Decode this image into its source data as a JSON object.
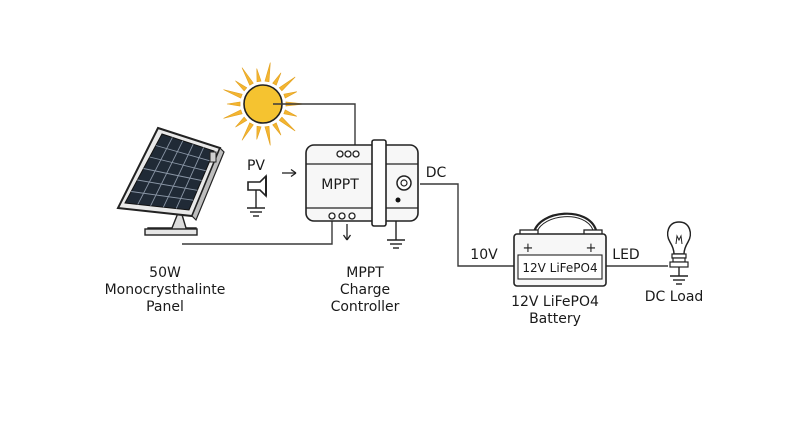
{
  "colors": {
    "sun_fill": "#f5c330",
    "sun_ray": "#f3b531",
    "panel_cell": "#202a36",
    "line": "#3a3a3a",
    "background": "#ffffff"
  },
  "labels": {
    "panel_line1": "50W",
    "panel_line2": "Monocrysthalinte",
    "panel_line3": "Panel",
    "pv": "PV",
    "mppt_box": "MPPT",
    "controller_line1": "MPPT",
    "controller_line2": "Charge",
    "controller_line3": "Controller",
    "dc": "DC",
    "voltage": "10V",
    "battery_box": "12V LiFePO4",
    "battery_line1": "12V LiFePO4",
    "battery_line2": "Battery",
    "battery_plus_left": "+",
    "battery_plus_right": "+",
    "led": "LED",
    "load": "DC Load"
  },
  "icons": [
    "sun-icon",
    "solar-panel-icon",
    "ground-icon",
    "light-bulb-icon",
    "arrow-right-icon",
    "arrow-down-icon"
  ]
}
